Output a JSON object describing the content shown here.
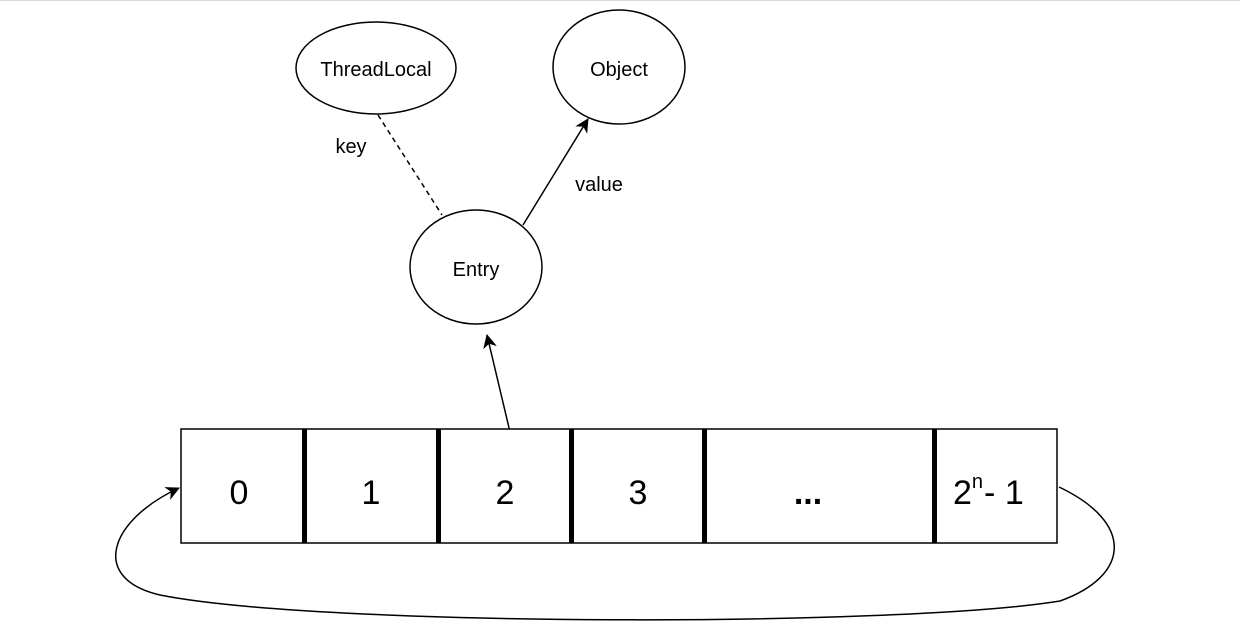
{
  "nodes": {
    "threadlocal": {
      "label": "ThreadLocal"
    },
    "object": {
      "label": "Object"
    },
    "entry": {
      "label": "Entry"
    }
  },
  "edges": {
    "key": {
      "label": "key"
    },
    "value": {
      "label": "value"
    }
  },
  "array": {
    "cells": [
      {
        "label": "0"
      },
      {
        "label": "1"
      },
      {
        "label": "2"
      },
      {
        "label": "3"
      },
      {
        "label": "..."
      },
      {
        "base": "2",
        "sup": "n",
        "rest": "- 1"
      }
    ]
  },
  "colors": {
    "stroke": "#000000",
    "fill": "#ffffff"
  }
}
